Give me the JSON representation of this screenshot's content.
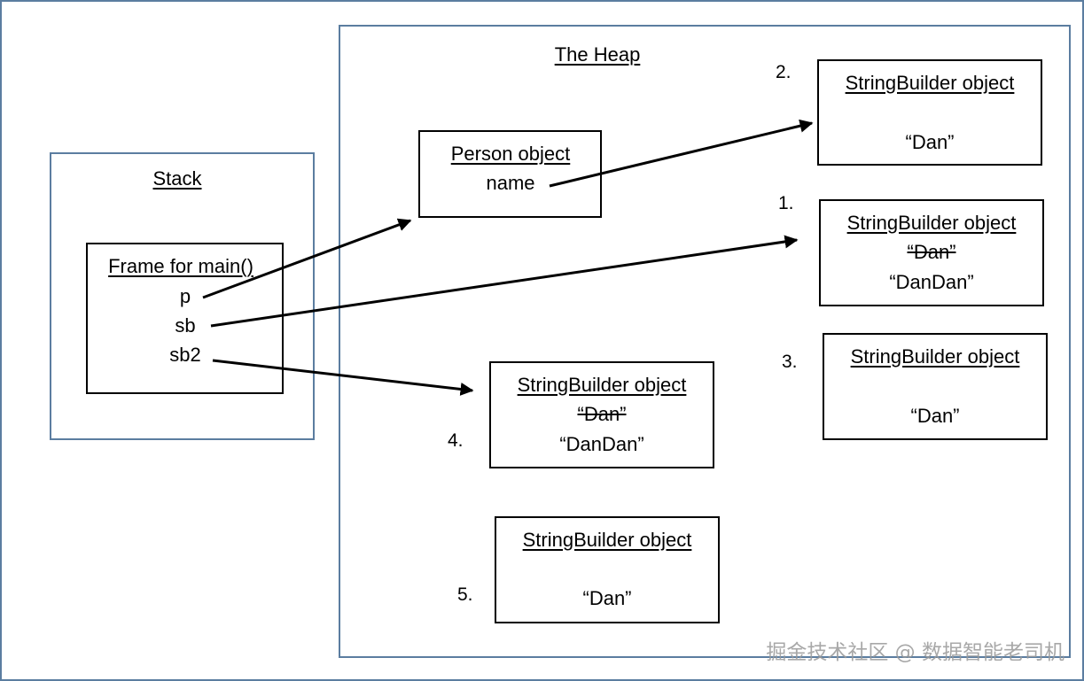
{
  "stack": {
    "title": "Stack",
    "frame": {
      "title": "Frame for main()",
      "vars": [
        "p",
        "sb",
        "sb2"
      ]
    }
  },
  "heap": {
    "title": "The Heap",
    "person": {
      "title": "Person object",
      "field": "name"
    },
    "objects": [
      {
        "number": "2.",
        "title": "StringBuilder object",
        "old_value": "",
        "value": "“Dan”"
      },
      {
        "number": "1.",
        "title": "StringBuilder object",
        "old_value": "“Dan”",
        "value": "“DanDan”"
      },
      {
        "number": "3.",
        "title": "StringBuilder object",
        "old_value": "",
        "value": "“Dan”"
      },
      {
        "number": "4.",
        "title": "StringBuilder object",
        "old_value": "“Dan”",
        "value": "“DanDan”"
      },
      {
        "number": "5.",
        "title": "StringBuilder object",
        "old_value": "",
        "value": "“Dan”"
      }
    ]
  },
  "watermark": "掘金技术社区 @ 数据智能老司机",
  "colors": {
    "region_border": "#5b7da0",
    "box_border": "#000000",
    "watermark": "#9a9a9a"
  }
}
